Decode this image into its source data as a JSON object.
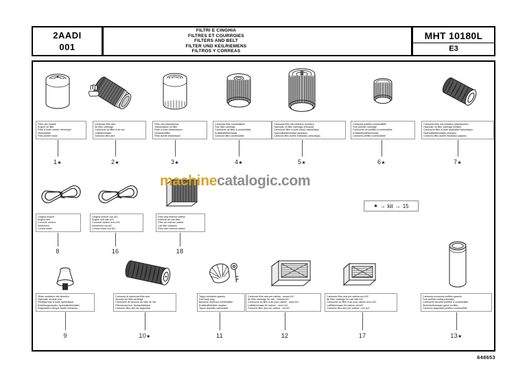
{
  "header": {
    "code_top": "2AADI",
    "code_bottom": "001",
    "titles": [
      "FILTRI E CINGHIA",
      "FILTRES ET COURROIES",
      "FILTERS AND BELT",
      "FILTER UND KEILRIEMENS",
      "FILTROS Y CORREAS"
    ],
    "model": "MHT 10180L",
    "variant": "E3"
  },
  "kit_note": {
    "star": "★",
    "arrow1": "→",
    "kit": "kit",
    "arrow2": "→",
    "value": "15"
  },
  "watermark": {
    "part1": "machine",
    "part2": "catalogic.com"
  },
  "footer": {
    "doc_number": "648653"
  },
  "items": [
    {
      "number": "1",
      "starred": true,
      "icon": "spin-on-oil-filter-icon",
      "lines": [
        "Filtro olio motore",
        "Engine oil filter",
        "Filtre à huile moteur thermique",
        "Motorölfilter",
        "Filtro aceite motor"
      ]
    },
    {
      "number": "2",
      "starred": true,
      "icon": "air-filter-cartridge-icon",
      "lines": [
        "Cartuccia filtro aria",
        "Air filter cartridge",
        "Cartouche du filtre à air sec",
        "Luftfiltereinsatz",
        "Cartucho filtro aire"
      ]
    },
    {
      "number": "3",
      "starred": true,
      "icon": "transmission-oil-filter-icon",
      "lines": [
        "Filtro olio trasmissione",
        "Transmission oil filter",
        "Filtre à huile transmission",
        "Getriebeölfilter",
        "Filtro aceite transmisión"
      ]
    },
    {
      "number": "4",
      "starred": true,
      "icon": "fuel-filter-cartridge-icon",
      "lines": [
        "Cartuccia filtro combustibile",
        "Fuel filter cartridge",
        "Cartouche du filtre à combustible",
        "Kraftstofffiltereinsatz",
        "Cartucho filtro combustible"
      ]
    },
    {
      "number": "5",
      "starred": true,
      "icon": "hydraulic-filter-exhaust-icon",
      "lines": [
        "Cartuccia filtro olio idraulico (scarico)",
        "Hydraulic oil filter cartridge (exhaust)",
        "Cartouche filtre à huile retour hydraulique",
        "Hydraulikfiltereinsatz (auslass)",
        "Cartucho filtro aceite hidráulico (descarga)"
      ]
    },
    {
      "number": "6",
      "starred": true,
      "icon": "fuel-prefilter-cartridge-icon",
      "lines": [
        "Cartuccia prefiltro combustibile",
        "Fuel prefilter cartridge",
        "Cartouche du préfiltre à combustible",
        "Kraftstoffvorfiltereinsatz",
        "Cartucho prefiltro combustible"
      ]
    },
    {
      "number": "7",
      "starred": true,
      "icon": "hydraulic-filter-intake-icon",
      "lines": [
        "Cartuccia filtro olio idraulico (aspirazione)",
        "Hydraulic oil filter cartridge (intake)",
        "Cartouche filtre à huile aspiration hydraulique",
        "Hydraulikfiltereinsatz (einlass)",
        "Cartucho filtro aceite hidráulico (aspira)"
      ]
    },
    {
      "number": "8",
      "starred": false,
      "icon": "engine-belt-icon",
      "lines": [
        "Cinghia motore",
        "Engine belt",
        "Courroie moteur",
        "Keilriemen",
        "Correa motor"
      ]
    },
    {
      "number": "16",
      "starred": false,
      "icon": "engine-belt-ac-icon",
      "lines": [
        "Cinghia motore con A/C",
        "Engine belt with A/C",
        "Courroie moteur avec A/C",
        "Keilriemen mit A/C",
        "Correa motor con A/C"
      ]
    },
    {
      "number": "18",
      "starred": false,
      "icon": "external-cab-air-filter-icon",
      "lines": [
        "Filtro aria esterna cabina",
        "External air cab filter",
        "Filtre air externe cabine",
        "Luft filter drauben",
        "Filtro aire externa cabina"
      ]
    },
    {
      "number": "9",
      "starred": false,
      "icon": "hydraulic-tank-vent-icon",
      "lines": [
        "Sfiato serbatoio olio idraulico",
        "Hydraulic oil tank vent",
        "Reniflard bac à huile hydraulique",
        "Entlüftungsstopfen hydraulikölbehälter",
        "Respiradero tanque aceite hidráulico"
      ]
    },
    {
      "number": "10",
      "starred": true,
      "icon": "security-air-filter-cartridge-icon",
      "lines": [
        "Cartuccia di sicurezza filtro aria",
        "Security air filter cartridge",
        "Cartouche de secours du filtre de l'air",
        "Filterdeckel fuer Hydrauliköltank",
        "Cartucho filtro aire de seguridad"
      ]
    },
    {
      "number": "11",
      "starred": false,
      "icon": "fuel-tank-plug-icon",
      "lines": [
        "Tappo serbatoio gasolio",
        "Fuel tank plug",
        "Bouchon réservoir combustible",
        "Kraftstoffbehälter stopfen",
        "Tapon depósito carburante"
      ]
    },
    {
      "number": "12",
      "starred": false,
      "icon": "cab-air-filter-without-ac-icon",
      "lines": [
        "Cartuccia filtro aria per cabina - senza A/C",
        "Air filter cartridge for cab - without A/C",
        "Cartouche du filtre à air pour cabine - sans A/C",
        "Luftfiltereinsatz für kabine - ohne A/C",
        "Cartucho filtro aire per cabina - sin A/C"
      ]
    },
    {
      "number": "17",
      "starred": false,
      "icon": "cab-air-filter-with-ac-icon",
      "lines": [
        "Cartuccia filtro aria per cabina con A/C",
        "Air filter cartridge for cab with A/C",
        "Cartouche du filtre à air pour cabine avec A/C",
        "Luftfiltereinsatz für kabine mit A/C",
        "Cartucho filtro aire per cabina - con A/C"
      ]
    },
    {
      "number": "13",
      "starred": true,
      "icon": "fuel-prefilter-safety-cartridge-icon",
      "lines": [
        "Cartuccia sicurezza prefiltro gasolio",
        "Fuel prefilter safety cartridge",
        "Cartouche securité prefiltre à combustible",
        "Sicherheitseinsatz gasöl vorfilter",
        "Cartucho seguridad prefiltro combustible"
      ]
    }
  ]
}
